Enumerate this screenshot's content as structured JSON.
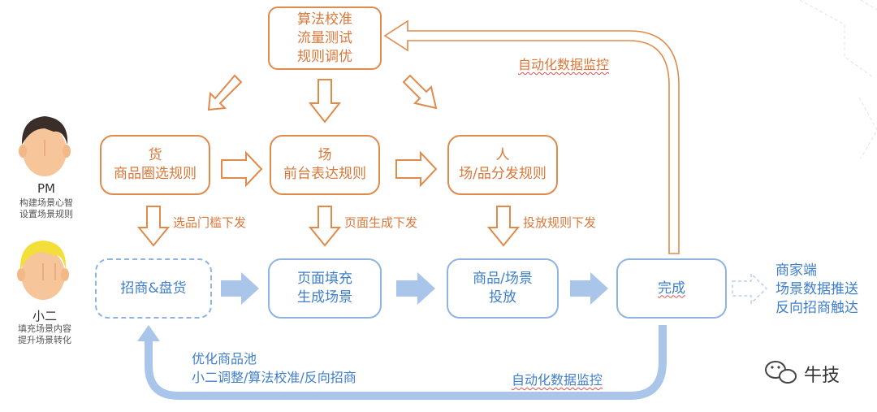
{
  "top_box": {
    "lines": [
      "算法校准",
      "流量测试",
      "规则调优"
    ]
  },
  "boxes_orange": [
    {
      "lines": [
        "货",
        "商品圈选规则"
      ]
    },
    {
      "lines": [
        "场",
        "前台表达规则"
      ]
    },
    {
      "lines": [
        "人",
        "场/品分发规则"
      ]
    }
  ],
  "boxes_blue": [
    {
      "lines": [
        "招商&盘货"
      ]
    },
    {
      "lines": [
        "页面填充",
        "生成场景"
      ]
    },
    {
      "lines": [
        "商品/场景",
        "投放"
      ]
    },
    {
      "lines": [
        "完成"
      ]
    }
  ],
  "down_labels": [
    "选品门槛下发",
    "页面生成下发",
    "投放规则下发"
  ],
  "feedback_top": "自动化数据监控",
  "feedback_bottom_right": "自动化数据监控",
  "feedback_bottom_left": [
    "优化商品池",
    "小二调整/算法校准/反向招商"
  ],
  "merchant": [
    "商家端",
    "场景数据推送",
    "反向招商触达"
  ],
  "roles": [
    {
      "name": "PM",
      "desc": [
        "构建场景心智",
        "设置场景规则"
      ]
    },
    {
      "name": "小二",
      "desc": [
        "填充场景内容",
        "提升场景转化"
      ]
    }
  ],
  "brand": "牛技",
  "colors": {
    "orange": "#e08a4c",
    "blue": "#8fb4e3",
    "text_orange": "#d9783a",
    "text_blue": "#3f7fc9"
  }
}
